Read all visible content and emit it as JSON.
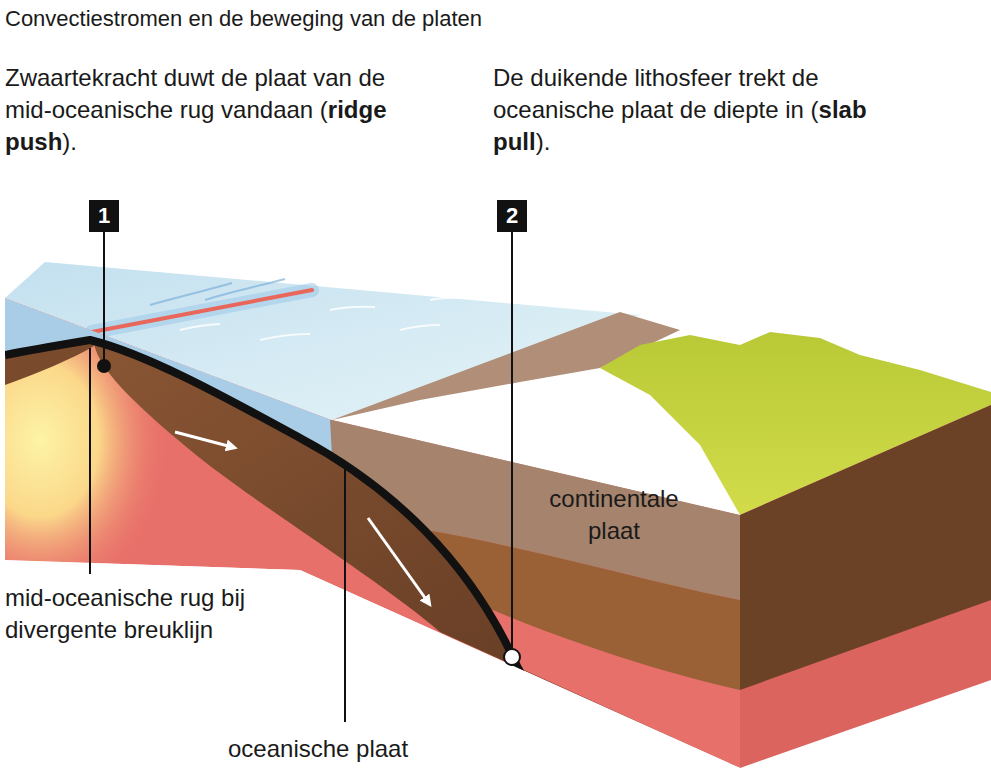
{
  "diagram": {
    "title": "Convectiestromen en de beweging van de platen",
    "nodes": [
      {
        "text": [
          "1"
        ]
      },
      {
        "text": [
          "2"
        ]
      }
    ],
    "labels": [
      "Zwaartekracht duwt de plaat van de mid-oceanische rug vandaan (ridge push).",
      "De duikende lithosfeer trekt de oceanische plaat de diepte in (slab pull).",
      "mid-oceanische rug bij divergente breuklijn",
      "oceanische plaat",
      "continentale plaat"
    ]
  }
}
